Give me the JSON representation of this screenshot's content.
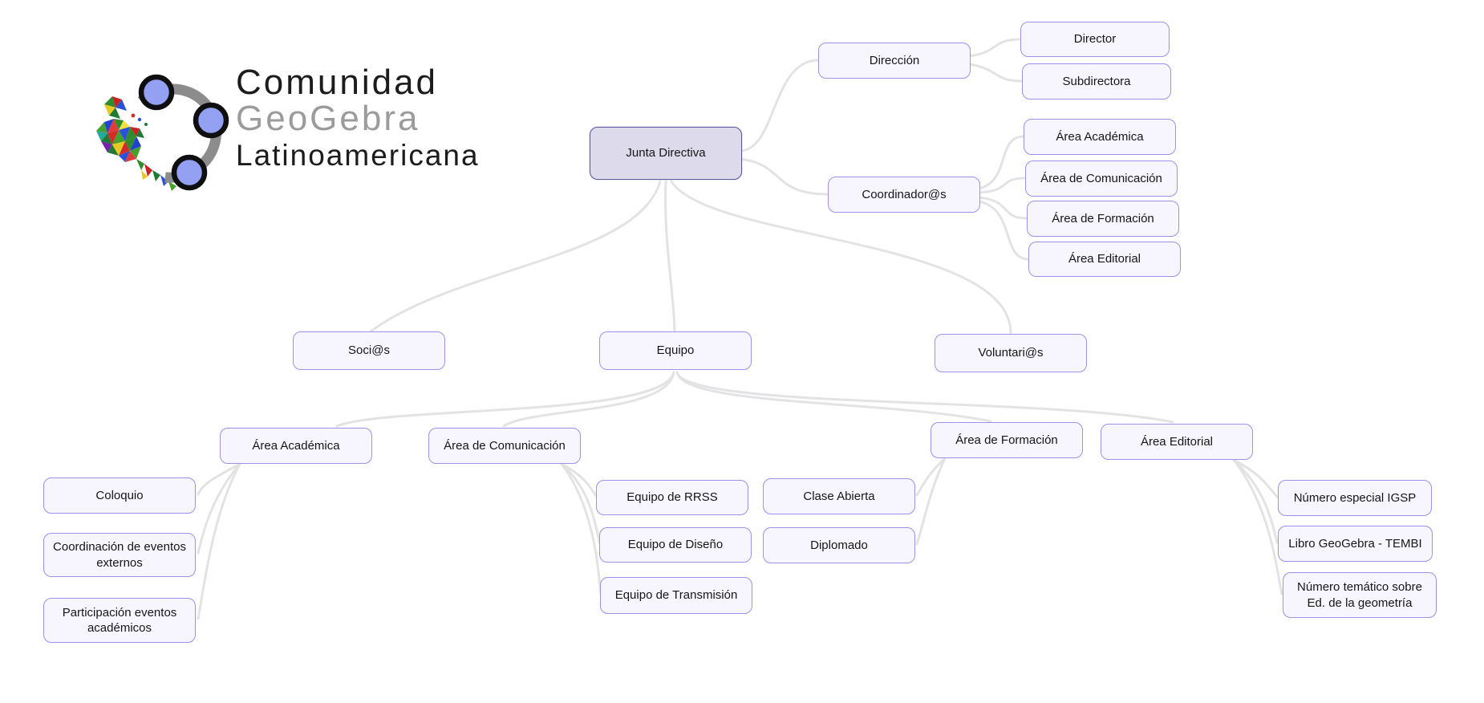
{
  "logo": {
    "line1": "Comunidad",
    "line2": "GeoGebra",
    "line3": "Latinoamericana",
    "icon": "geogebra-latam-logo"
  },
  "colors": {
    "node_fill": "#f7f6fe",
    "node_border": "#9d90ee",
    "root_fill": "#dcdaeb",
    "root_border": "#5b589c",
    "connector": "#e3e3e6",
    "logo_dot_blue": "#94a1f2",
    "logo_ring_gray": "#8c8c8c"
  },
  "nodes": {
    "junta_directiva": "Junta Directiva",
    "direccion": "Dirección",
    "director": "Director",
    "subdirectora": "Subdirectora",
    "coordinadores": "Coordinador@s",
    "area_academica_1": "Área Académica",
    "area_comunicacion_1": "Área de Comunicación",
    "area_formacion_1": "Área de Formación",
    "area_editorial_1": "Área Editorial",
    "socios": "Soci@s",
    "equipo": "Equipo",
    "voluntarios": "Voluntari@s",
    "area_academica_2": "Área Académica",
    "area_comunicacion_2": "Área de Comunicación",
    "area_formacion_2": "Área de Formación",
    "area_editorial_2": "Área Editorial",
    "coloquio": "Coloquio",
    "coordinacion_eventos": "Coordinación de eventos externos",
    "participacion_eventos": "Participación eventos académicos",
    "equipo_rrss": "Equipo de RRSS",
    "equipo_diseno": "Equipo de Diseño",
    "equipo_transmision": "Equipo de Transmisión",
    "clase_abierta": "Clase Abierta",
    "diplomado": "Diplomado",
    "numero_igsp": "Número especial IGSP",
    "libro_tembi": "Libro GeoGebra - TEMBI",
    "numero_tematico": "Número temático sobre Ed. de la geometría"
  },
  "edges": [
    [
      "Junta Directiva",
      "Dirección"
    ],
    [
      "Junta Directiva",
      "Coordinador@s"
    ],
    [
      "Junta Directiva",
      "Soci@s"
    ],
    [
      "Junta Directiva",
      "Equipo"
    ],
    [
      "Junta Directiva",
      "Voluntari@s"
    ],
    [
      "Dirección",
      "Director"
    ],
    [
      "Dirección",
      "Subdirectora"
    ],
    [
      "Coordinador@s",
      "Área Académica"
    ],
    [
      "Coordinador@s",
      "Área de Comunicación"
    ],
    [
      "Coordinador@s",
      "Área de Formación"
    ],
    [
      "Coordinador@s",
      "Área Editorial"
    ],
    [
      "Equipo",
      "Área Académica"
    ],
    [
      "Equipo",
      "Área de Comunicación"
    ],
    [
      "Equipo",
      "Área de Formación"
    ],
    [
      "Equipo",
      "Área Editorial"
    ],
    [
      "Área Académica",
      "Coloquio"
    ],
    [
      "Área Académica",
      "Coordinación de eventos externos"
    ],
    [
      "Área Académica",
      "Participación eventos académicos"
    ],
    [
      "Área de Comunicación",
      "Equipo de RRSS"
    ],
    [
      "Área de Comunicación",
      "Equipo de Diseño"
    ],
    [
      "Área de Comunicación",
      "Equipo de Transmisión"
    ],
    [
      "Área de Formación",
      "Clase Abierta"
    ],
    [
      "Área de Formación",
      "Diplomado"
    ],
    [
      "Área Editorial",
      "Número especial IGSP"
    ],
    [
      "Área Editorial",
      "Libro GeoGebra - TEMBI"
    ],
    [
      "Área Editorial",
      "Número temático sobre Ed. de la geometría"
    ]
  ]
}
